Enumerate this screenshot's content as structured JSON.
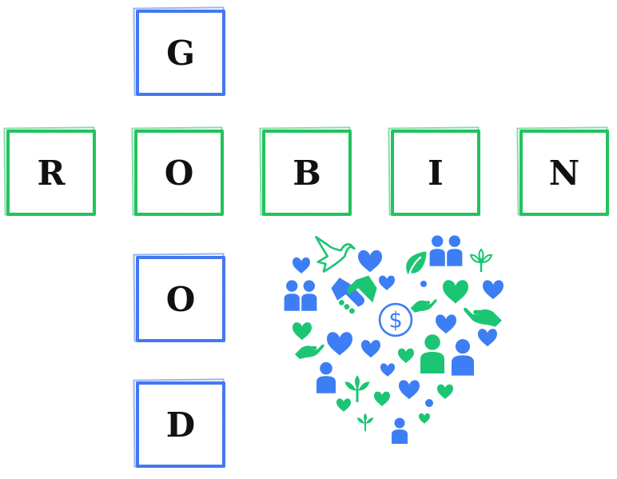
{
  "logo": {
    "vertical_word": [
      "G",
      "O",
      "O",
      "D"
    ],
    "horizontal_word": [
      "R",
      "O",
      "B",
      "I",
      "N"
    ],
    "text": "ROBIN GOOD"
  },
  "colors": {
    "green": "#22c35e",
    "blue": "#3d7ef5",
    "heart_green": "#1cc573",
    "letter": "#111111"
  },
  "heart_icons": [
    "heart-icon",
    "dove-icon",
    "leaf-icon",
    "people-icon",
    "sprout-icon",
    "handshake-icon",
    "helping-hand-icon",
    "dollar-coin-icon",
    "person-icon"
  ]
}
